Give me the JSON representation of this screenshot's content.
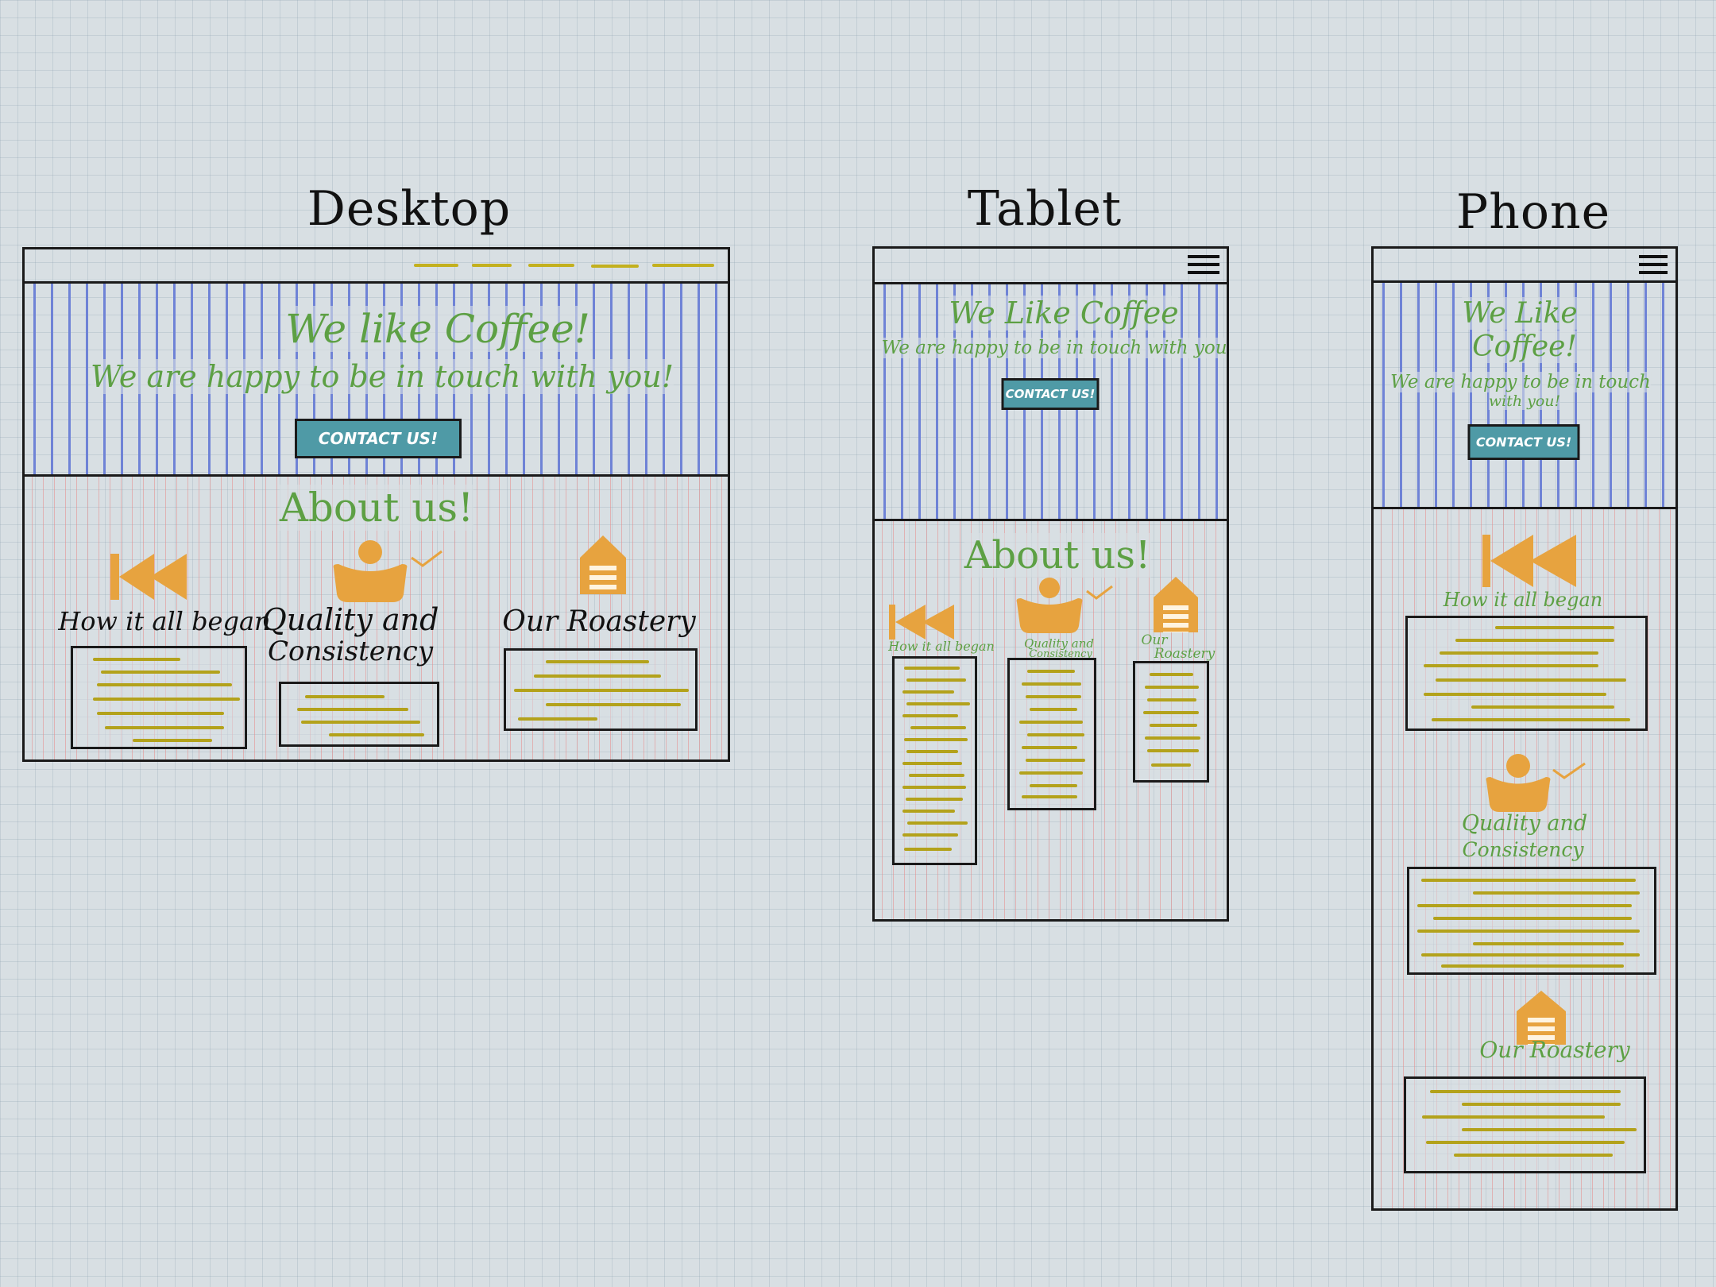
{
  "labels": {
    "desktop": "Desktop",
    "tablet": "Tablet",
    "phone": "Phone"
  },
  "hero": {
    "title_desktop": "We like Coffee!",
    "subtitle_desktop": "We are happy to be in touch with you!",
    "title_tablet": "We Like Coffee",
    "subtitle_tablet": "We are happy to be in touch with you",
    "title_phone_line1": "We Like",
    "title_phone_line2": "Coffee!",
    "subtitle_phone_line1": "We are happy to be in touch",
    "subtitle_phone_line2": "with you!",
    "contact_desktop": "CONTACT US!",
    "contact_tablet": "CONTACT US!",
    "contact_phone": "CONTACT US!"
  },
  "about": {
    "heading_desktop": "About us!",
    "heading_tablet": "About us!",
    "card1_desktop": "How it all began",
    "card2_desktop_line1": "Quality and",
    "card2_desktop_line2": "Consistency",
    "card3_desktop": "Our Roastery",
    "card1_tablet": "How it all began",
    "card2_tablet_line1": "Quality and",
    "card2_tablet_line2": "Consistency",
    "card3_tablet_line1": "Our",
    "card3_tablet_line2": "Roastery",
    "card1_phone": "How it all began",
    "card2_phone_line1": "Quality and",
    "card2_phone_line2": "Consistency",
    "card3_phone": "Our Roastery"
  },
  "icons": {
    "history": "rewind-icon",
    "quality": "person-check-icon",
    "roastery": "house-icon",
    "menu": "hamburger-menu-icon"
  },
  "colors": {
    "paper": "#d8dfe3",
    "hero_hatch": "#6f83d6",
    "about_hatch": "#e68c8c",
    "text_green": "#5da044",
    "button": "#4f9aa6",
    "icon_orange": "#e7a33f",
    "text_lines": "#b3a21b"
  }
}
